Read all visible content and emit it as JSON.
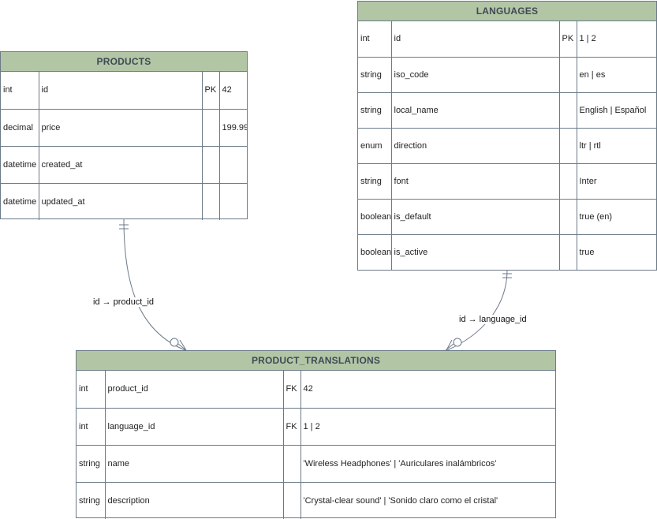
{
  "entities": {
    "products": {
      "title": "PRODUCTS",
      "rows": [
        {
          "type": "int",
          "name": "id",
          "key": "PK",
          "example": "42"
        },
        {
          "type": "decimal",
          "name": "price",
          "key": "",
          "example": "199.99"
        },
        {
          "type": "datetime",
          "name": "created_at",
          "key": "",
          "example": ""
        },
        {
          "type": "datetime",
          "name": "updated_at",
          "key": "",
          "example": ""
        }
      ]
    },
    "languages": {
      "title": "LANGUAGES",
      "rows": [
        {
          "type": "int",
          "name": "id",
          "key": "PK",
          "example": "1 | 2"
        },
        {
          "type": "string",
          "name": "iso_code",
          "key": "",
          "example": "en | es"
        },
        {
          "type": "string",
          "name": "local_name",
          "key": "",
          "example": "English | Español"
        },
        {
          "type": "enum",
          "name": "direction",
          "key": "",
          "example": "ltr | rtl"
        },
        {
          "type": "string",
          "name": "font",
          "key": "",
          "example": "Inter"
        },
        {
          "type": "boolean",
          "name": "is_default",
          "key": "",
          "example": "true (en)"
        },
        {
          "type": "boolean",
          "name": "is_active",
          "key": "",
          "example": "true"
        }
      ]
    },
    "product_translations": {
      "title": "PRODUCT_TRANSLATIONS",
      "rows": [
        {
          "type": "int",
          "name": "product_id",
          "key": "FK",
          "example": "42"
        },
        {
          "type": "int",
          "name": "language_id",
          "key": "FK",
          "example": "1 | 2"
        },
        {
          "type": "string",
          "name": "name",
          "key": "",
          "example": "'Wireless Headphones' | 'Auriculares inalámbricos'"
        },
        {
          "type": "string",
          "name": "description",
          "key": "",
          "example": "'Crystal-clear sound' | 'Sonido claro como el cristal'"
        }
      ]
    }
  },
  "relationships": [
    {
      "label": "id → product_id",
      "from": "products",
      "to": "product_translations",
      "from_card": "one",
      "to_card": "zero-or-many"
    },
    {
      "label": "id → language_id",
      "from": "languages",
      "to": "product_translations",
      "from_card": "one",
      "to_card": "zero-or-many"
    }
  ],
  "colors": {
    "header_bg": "#b2c6a6",
    "header_text": "#3f4a55",
    "border": "#6b7a88",
    "connector": "#6b7a88"
  }
}
